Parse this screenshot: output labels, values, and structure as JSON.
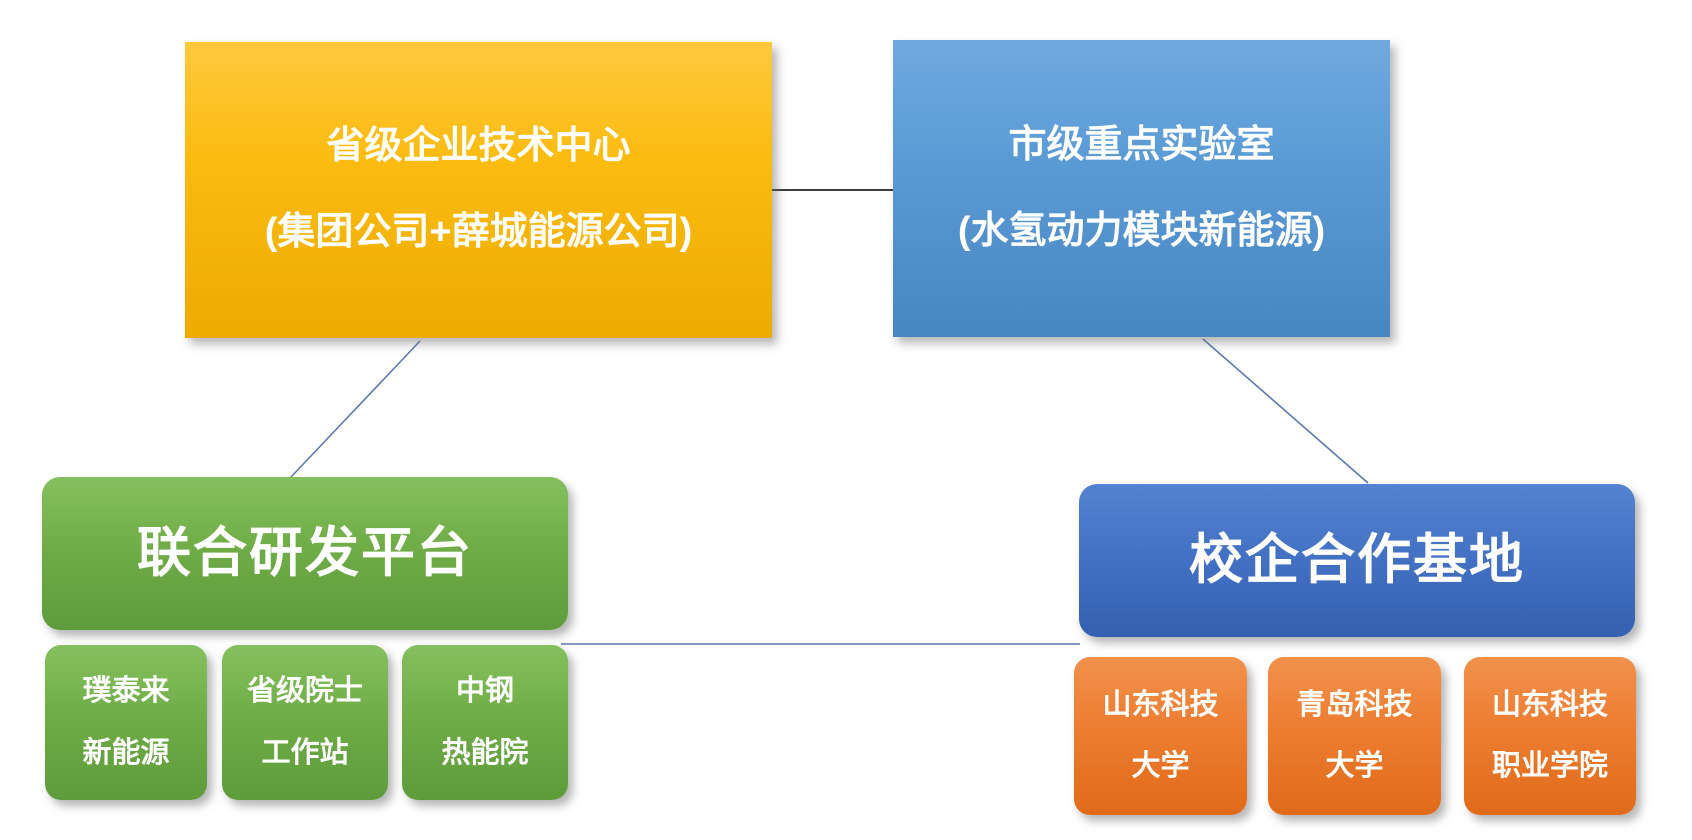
{
  "palette": {
    "text_color": "#ffffff",
    "gold_light": "#ffc93e",
    "gold": "#fbbb10",
    "gold_dark": "#edab00",
    "sky_light": "#6fa9df",
    "sky": "#5b9bd5",
    "sky_dark": "#4886c2",
    "royal_light": "#5582d2",
    "royal": "#4472c4",
    "royal_dark": "#3560b2",
    "green_light": "#85c05e",
    "green": "#70ad47",
    "green_dark": "#5e9b3b",
    "orange_light": "#f1914c",
    "orange": "#ed7d31",
    "orange_dark": "#e06a19",
    "connector_dark": "#3b3b3b",
    "connector_blue": "#5b7ab0"
  },
  "nodes": {
    "provincial_center": {
      "line1": "省级企业技术中心",
      "line2": "(集团公司+薛城能源公司)"
    },
    "city_lab": {
      "line1": "市级重点实验室",
      "line2": "(水氢动力模块新能源)"
    },
    "joint_rd_platform": {
      "label": "联合研发平台"
    },
    "school_enterprise_base": {
      "label": "校企合作基地"
    },
    "rd_partners": [
      {
        "line1": "璞泰来",
        "line2": "新能源"
      },
      {
        "line1": "省级院士",
        "line2": "工作站"
      },
      {
        "line1": "中钢",
        "line2": "热能院"
      }
    ],
    "cooperation_schools": [
      {
        "line1": "山东科技",
        "line2": "大学"
      },
      {
        "line1": "青岛科技",
        "line2": "大学"
      },
      {
        "line1": "山东科技",
        "line2": "职业学院"
      }
    ]
  }
}
